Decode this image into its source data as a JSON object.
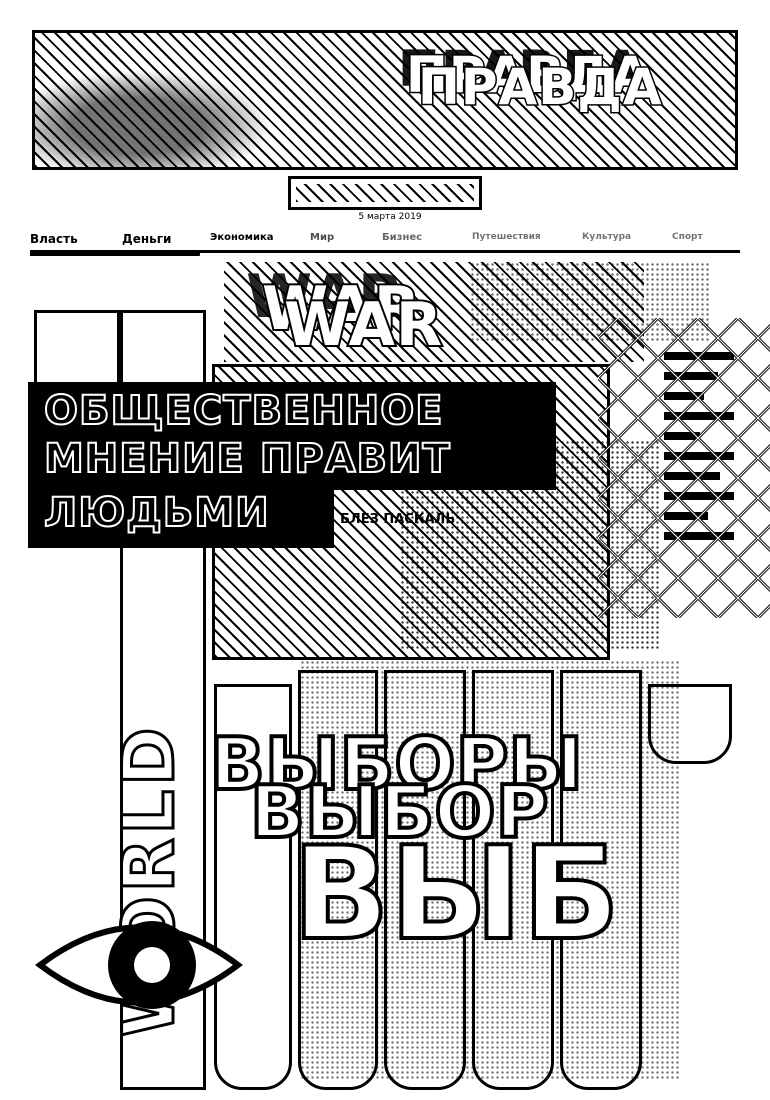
{
  "masthead": {
    "title": "ПРАВДА",
    "date": "5 марта 2019"
  },
  "nav": {
    "items": [
      "Власть",
      "Деньги",
      "Экономика",
      "Мир",
      "Бизнес",
      "Путешествия",
      "Культура",
      "Спорт"
    ]
  },
  "war": {
    "title": "WAR"
  },
  "quote": {
    "line1": "ОБЩЕСТВЕННОЕ",
    "line2": "МНЕНИЕ ПРАВИТ",
    "line3": "ЛЮДЬМИ",
    "author": "БЛЕЗ ПАСКАЛЬ"
  },
  "world": {
    "text": "WORLD"
  },
  "elections": {
    "line1": "ВЫБОРЫ",
    "line2": "ВЫБОР",
    "line3": "ВЫБ"
  },
  "colors": {
    "ink": "#000000",
    "paper": "#ffffff"
  },
  "icons": {
    "eye": "eye-icon",
    "fence": "chain-link-fence"
  }
}
